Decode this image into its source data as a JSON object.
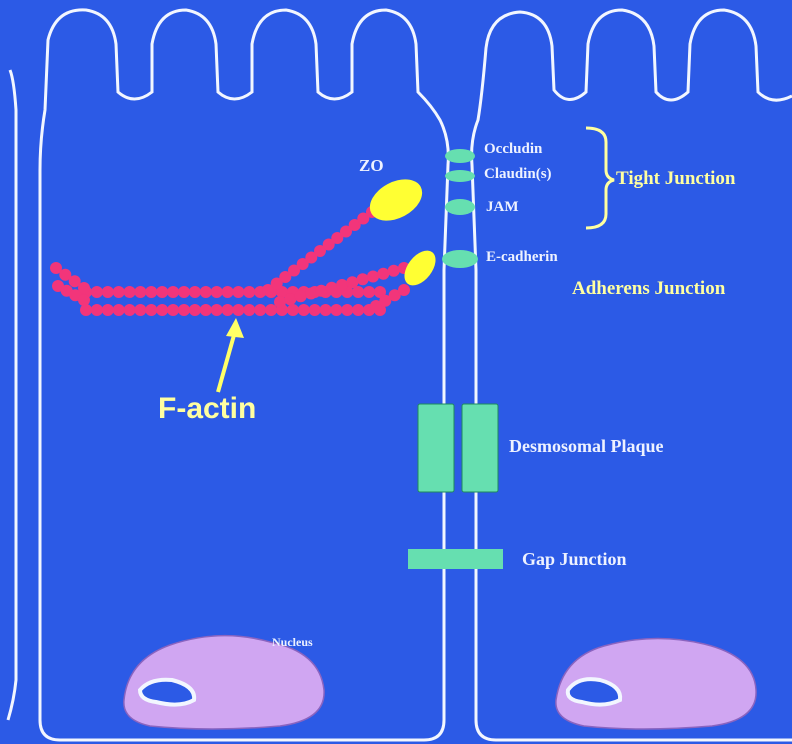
{
  "labels": {
    "occludin": "Occludin",
    "claudin": "Claudin(s)",
    "jam": "JAM",
    "zo": "ZO",
    "tight_junction": "Tight Junction",
    "e_cadherin": "E-cadherin",
    "adherens_junction": "Adherens Junction",
    "f_actin": "F-actin",
    "desmosomal_plaque": "Desmosomal Plaque",
    "gap_junction": "Gap Junction",
    "nucleus": "Nucleus"
  },
  "colors": {
    "background": "#2c5ae6",
    "cell_outline": "#f2f6ff",
    "junction_protein": "#66dfb0",
    "zo_protein": "#ffff33",
    "f_actin": "#f2357a",
    "arrow": "#ffff66",
    "nucleus_fill": "#d0a6f2",
    "tight_junction_label": "#ffffa0",
    "adherens_junction_label": "#ffffa0"
  }
}
